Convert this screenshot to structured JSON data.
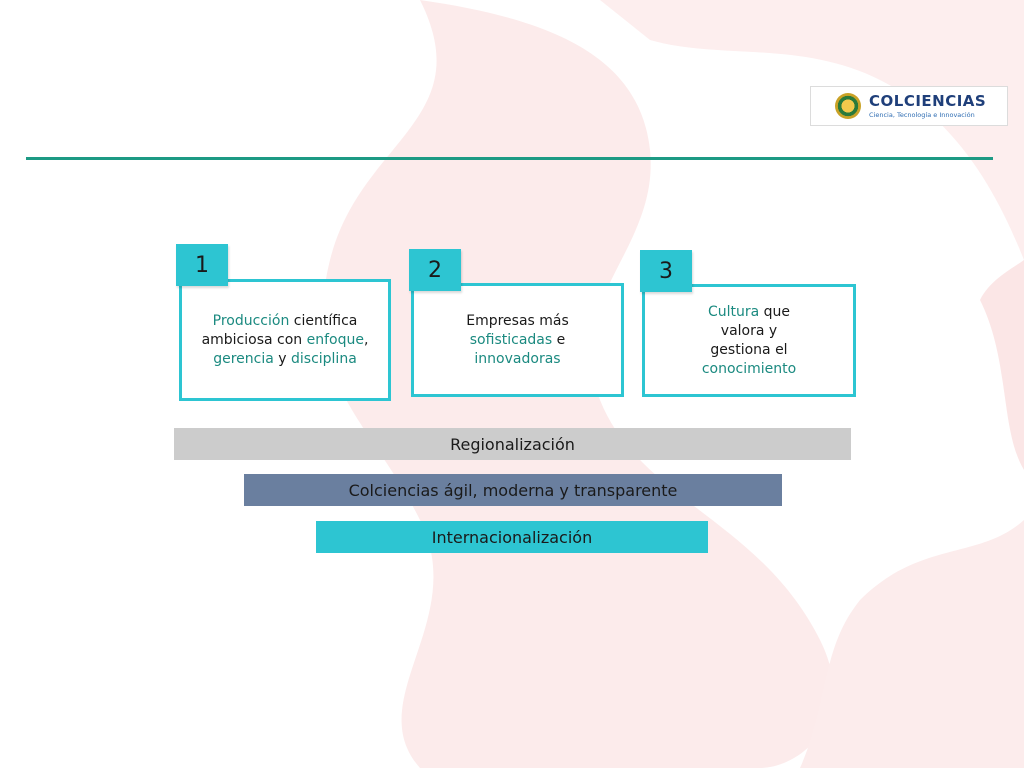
{
  "logo": {
    "name": "COLCIENCIAS",
    "tagline": "Ciencia, Tecnología e Innovación"
  },
  "pillars": [
    {
      "number": "1",
      "parts": [
        {
          "text": "Producción",
          "hl": true
        },
        {
          "text": " científica ambiciosa con ",
          "hl": false
        },
        {
          "text": "enfoque",
          "hl": true
        },
        {
          "text": ", ",
          "hl": false
        },
        {
          "text": "gerencia",
          "hl": true
        },
        {
          "text": " y ",
          "hl": false
        },
        {
          "text": "disciplina",
          "hl": true
        }
      ]
    },
    {
      "number": "2",
      "parts": [
        {
          "text": "Empresas más ",
          "hl": false
        },
        {
          "text": "sofisticadas",
          "hl": true
        },
        {
          "text": " e ",
          "hl": false
        },
        {
          "text": "innovadoras",
          "hl": true
        }
      ]
    },
    {
      "number": "3",
      "parts": [
        {
          "text": "Cultura",
          "hl": true
        },
        {
          "text": " que valora y gestiona el ",
          "hl": false
        },
        {
          "text": "conocimiento",
          "hl": true
        }
      ]
    }
  ],
  "bars": {
    "regionalizacion": "Regionalización",
    "colciencias": "Colciencias ágil, moderna y transparente",
    "internacionalizacion": "Internacionalización"
  },
  "colors": {
    "accent": "#2dc5d2",
    "highlight_text": "#1b8a80",
    "rule": "#1d9a84",
    "bar_gray": "#cccccc",
    "bar_slate": "#6a7f9f",
    "bar_cyan": "#2dc5d2"
  }
}
